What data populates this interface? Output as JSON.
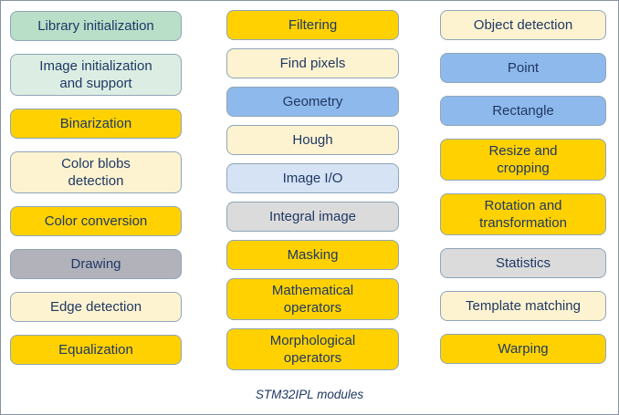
{
  "caption": "STM32IPL modules",
  "colors": {
    "gold": "#FFD100",
    "cream": "#FDF3D0",
    "green": "#B9DFC9",
    "lightgreen": "#DCEEE3",
    "blue": "#8EB9EC",
    "lightblue": "#D5E3F5",
    "gray": "#B2B2BB",
    "lightgray": "#DBDBDB",
    "border": "#8FA5B8",
    "text": "#1F3864",
    "frame": "#8793A3"
  },
  "columns": [
    {
      "boxes": [
        {
          "label": "Library initialization",
          "color": "green",
          "lines": 1
        },
        {
          "label": "Image initialization\nand support",
          "color": "lightgreen",
          "lines": 2
        },
        {
          "label": "Binarization",
          "color": "gold",
          "lines": 1
        },
        {
          "label": "Color blobs\ndetection",
          "color": "cream",
          "lines": 2
        },
        {
          "label": "Color conversion",
          "color": "gold",
          "lines": 1
        },
        {
          "label": "Drawing",
          "color": "gray",
          "lines": 1
        },
        {
          "label": "Edge detection",
          "color": "cream",
          "lines": 1
        },
        {
          "label": "Equalization",
          "color": "gold",
          "lines": 1
        }
      ]
    },
    {
      "boxes": [
        {
          "label": "Filtering",
          "color": "gold",
          "lines": 1
        },
        {
          "label": "Find pixels",
          "color": "cream",
          "lines": 1
        },
        {
          "label": "Geometry",
          "color": "blue",
          "lines": 1
        },
        {
          "label": "Hough",
          "color": "cream",
          "lines": 1
        },
        {
          "label": "Image I/O",
          "color": "lightblue",
          "lines": 1
        },
        {
          "label": "Integral image",
          "color": "lightgray",
          "lines": 1
        },
        {
          "label": "Masking",
          "color": "gold",
          "lines": 1
        },
        {
          "label": "Mathematical\noperators",
          "color": "gold",
          "lines": 2
        },
        {
          "label": "Morphological\noperators",
          "color": "gold",
          "lines": 2
        }
      ]
    },
    {
      "boxes": [
        {
          "label": "Object detection",
          "color": "cream",
          "lines": 1
        },
        {
          "label": "Point",
          "color": "blue",
          "lines": 1
        },
        {
          "label": "Rectangle",
          "color": "blue",
          "lines": 1
        },
        {
          "label": "Resize and\ncropping",
          "color": "gold",
          "lines": 2
        },
        {
          "label": "Rotation and\ntransformation",
          "color": "gold",
          "lines": 2
        },
        {
          "label": "Statistics",
          "color": "lightgray",
          "lines": 1
        },
        {
          "label": "Template matching",
          "color": "cream",
          "lines": 1
        },
        {
          "label": "Warping",
          "color": "gold",
          "lines": 1
        }
      ]
    }
  ]
}
